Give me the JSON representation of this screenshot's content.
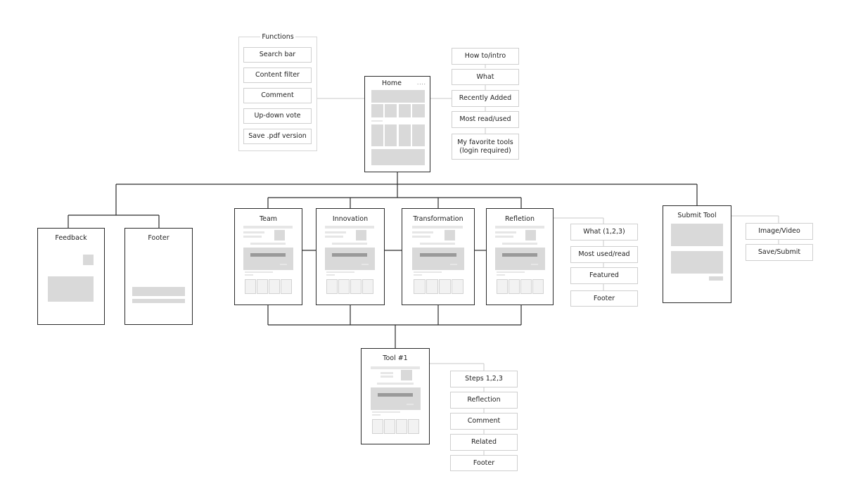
{
  "functions": {
    "title": "Functions",
    "items": [
      "Search bar",
      "Content filter",
      "Comment",
      "Up-down vote",
      "Save .pdf version"
    ]
  },
  "home": {
    "title": "Home",
    "menu_dots": "...."
  },
  "home_sections": [
    "How to/intro",
    "What",
    "Recently Added",
    "Most read/used",
    "My favorite tools\n(login required)"
  ],
  "pages": {
    "feedback": "Feedback",
    "footer": "Footer",
    "team": "Team",
    "innovation": "Innovation",
    "transformation": "Transformation",
    "refletion": "Refletion",
    "submit_tool": "Submit Tool",
    "tool1": "Tool #1"
  },
  "category_sections": [
    "What (1,2,3)",
    "Most used/read",
    "Featured",
    "Footer"
  ],
  "submit_sections": [
    "Image/Video",
    "Save/Submit"
  ],
  "tool_sections": [
    "Steps 1,2,3",
    "Reflection",
    "Comment",
    "Related",
    "Footer"
  ]
}
